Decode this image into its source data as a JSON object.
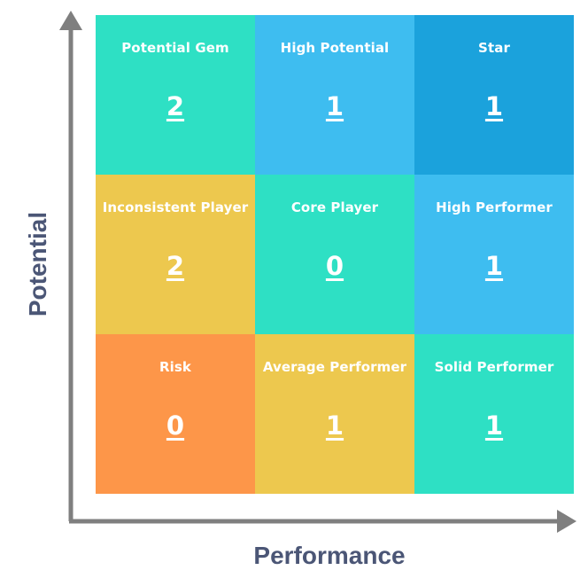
{
  "axes": {
    "y_label": "Potential",
    "x_label": "Performance",
    "arrow_color": "#7f7f7f"
  },
  "colors": {
    "teal": "#2ee0c4",
    "light_blue": "#3ebdf0",
    "dark_blue": "#1ba2dc",
    "yellow": "#edc84e",
    "orange": "#fd9649"
  },
  "cells": [
    {
      "title": "Potential Gem",
      "count": "2",
      "color": "#2ee0c4"
    },
    {
      "title": "High Potential",
      "count": "1",
      "color": "#3ebdf0"
    },
    {
      "title": "Star",
      "count": "1",
      "color": "#1ba2dc"
    },
    {
      "title": "Inconsistent Player",
      "count": "2",
      "color": "#edc84e"
    },
    {
      "title": "Core Player",
      "count": "0",
      "color": "#2ee0c4"
    },
    {
      "title": "High Performer",
      "count": "1",
      "color": "#3ebdf0"
    },
    {
      "title": "Risk",
      "count": "0",
      "color": "#fd9649"
    },
    {
      "title": "Average Performer",
      "count": "1",
      "color": "#edc84e"
    },
    {
      "title": "Solid Performer",
      "count": "1",
      "color": "#2ee0c4"
    }
  ]
}
